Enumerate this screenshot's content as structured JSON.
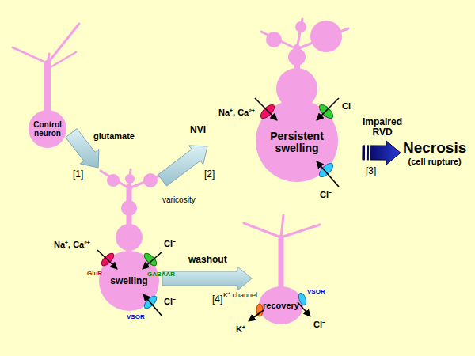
{
  "diagram": {
    "nodes": [
      {
        "text": [
          "Control neuron"
        ]
      },
      {
        "text": [
          "swelling"
        ]
      },
      {
        "text": [
          "Persistent swelling"
        ]
      },
      {
        "text": [
          "Necrosis",
          "(cell rupture)"
        ]
      },
      {
        "text": [
          "recovery"
        ]
      }
    ],
    "edges": [
      {
        "from": 0,
        "to": 1,
        "label": "glutamate",
        "arrow": "to"
      },
      {
        "from": 1,
        "to": 2,
        "label": "NVI",
        "arrow": "to"
      },
      {
        "from": 2,
        "to": 3,
        "label": "Impaired RVD",
        "arrow": "to"
      },
      {
        "from": 1,
        "to": 4,
        "label": "washout",
        "arrow": "to"
      }
    ],
    "labels": [
      "[1]",
      "[2]",
      "[3]",
      "[4]",
      "varicosity",
      "Na⁺, Ca²⁺",
      "Cl⁻",
      "GluR",
      "GABAAR",
      "Cl⁻",
      "VSOR",
      "Na⁺, Ca²⁺",
      "Cl⁻",
      "Cl⁻",
      "K⁺ channel",
      "K⁺",
      "VSOR",
      "Cl⁻"
    ]
  }
}
